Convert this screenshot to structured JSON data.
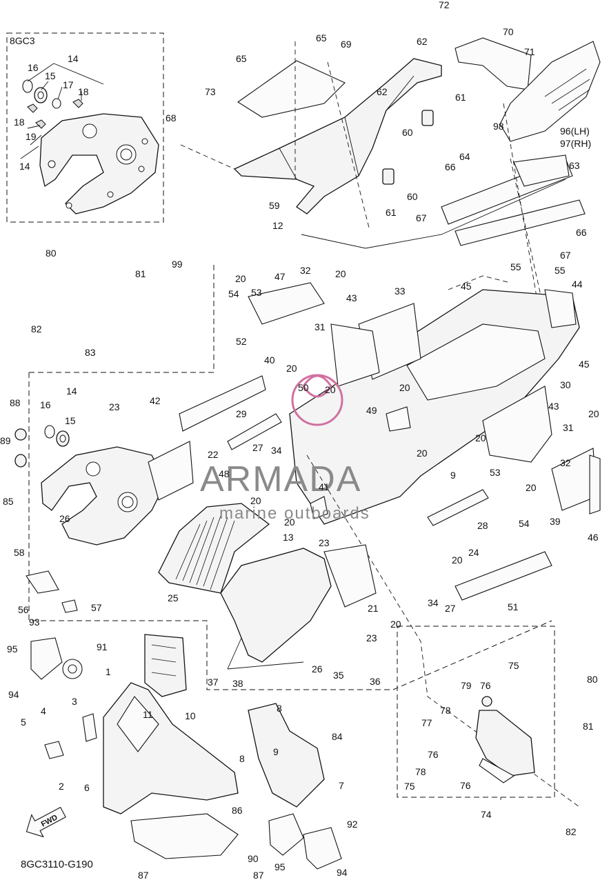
{
  "diagram": {
    "model_code": "8GC3",
    "figure_code": "8GC3110-G190",
    "fwd_label": "FWD",
    "watermark": {
      "brand": "ARMADA",
      "tagline": "marine outboards",
      "brand_color": "#d070a0"
    },
    "callouts": [
      {
        "id": "c72",
        "text": "72"
      },
      {
        "id": "c70",
        "text": "70"
      },
      {
        "id": "c71",
        "text": "71"
      },
      {
        "id": "c65a",
        "text": "65"
      },
      {
        "id": "c65b",
        "text": "65"
      },
      {
        "id": "c69",
        "text": "69"
      },
      {
        "id": "c62a",
        "text": "62"
      },
      {
        "id": "c62b",
        "text": "62"
      },
      {
        "id": "c73",
        "text": "73"
      },
      {
        "id": "c61a",
        "text": "61"
      },
      {
        "id": "c61b",
        "text": "61"
      },
      {
        "id": "c60a",
        "text": "60"
      },
      {
        "id": "c60b",
        "text": "60"
      },
      {
        "id": "c98",
        "text": "98"
      },
      {
        "id": "c96",
        "text": "96(LH)"
      },
      {
        "id": "c97",
        "text": "97(RH)"
      },
      {
        "id": "c68",
        "text": "68"
      },
      {
        "id": "c64",
        "text": "64"
      },
      {
        "id": "c63",
        "text": "63"
      },
      {
        "id": "c66a",
        "text": "66"
      },
      {
        "id": "c66b",
        "text": "66"
      },
      {
        "id": "c59",
        "text": "59"
      },
      {
        "id": "c67a",
        "text": "67"
      },
      {
        "id": "c67b",
        "text": "67"
      },
      {
        "id": "c12",
        "text": "12"
      },
      {
        "id": "c80a",
        "text": "80"
      },
      {
        "id": "c81a",
        "text": "81"
      },
      {
        "id": "c99",
        "text": "99"
      },
      {
        "id": "c32a",
        "text": "32"
      },
      {
        "id": "c55a",
        "text": "55"
      },
      {
        "id": "c55b",
        "text": "55"
      },
      {
        "id": "c20a",
        "text": "20"
      },
      {
        "id": "c47",
        "text": "47"
      },
      {
        "id": "c20b",
        "text": "20"
      },
      {
        "id": "c53a",
        "text": "53"
      },
      {
        "id": "c45a",
        "text": "45"
      },
      {
        "id": "c44",
        "text": "44"
      },
      {
        "id": "c82",
        "text": "82"
      },
      {
        "id": "c54a",
        "text": "54"
      },
      {
        "id": "c43a",
        "text": "43"
      },
      {
        "id": "c33",
        "text": "33"
      },
      {
        "id": "c83",
        "text": "83"
      },
      {
        "id": "c31a",
        "text": "31"
      },
      {
        "id": "c45b",
        "text": "45"
      },
      {
        "id": "c40",
        "text": "40"
      },
      {
        "id": "c52",
        "text": "52"
      },
      {
        "id": "c20c",
        "text": "20"
      },
      {
        "id": "c50",
        "text": "50"
      },
      {
        "id": "c20d",
        "text": "20"
      },
      {
        "id": "c20e",
        "text": "20"
      },
      {
        "id": "c30",
        "text": "30"
      },
      {
        "id": "c14b",
        "text": "14"
      },
      {
        "id": "c88",
        "text": "88"
      },
      {
        "id": "c16b",
        "text": "16"
      },
      {
        "id": "c23a",
        "text": "23"
      },
      {
        "id": "c42",
        "text": "42"
      },
      {
        "id": "c29",
        "text": "29"
      },
      {
        "id": "c49",
        "text": "49"
      },
      {
        "id": "c43b",
        "text": "43"
      },
      {
        "id": "c20f",
        "text": "20"
      },
      {
        "id": "c15b",
        "text": "15"
      },
      {
        "id": "c31b",
        "text": "31"
      },
      {
        "id": "c89",
        "text": "89"
      },
      {
        "id": "c22",
        "text": "22"
      },
      {
        "id": "c27a",
        "text": "27"
      },
      {
        "id": "c34a",
        "text": "34"
      },
      {
        "id": "c20g",
        "text": "20"
      },
      {
        "id": "c20h",
        "text": "20"
      },
      {
        "id": "c32b",
        "text": "32"
      },
      {
        "id": "c48",
        "text": "48"
      },
      {
        "id": "c9a",
        "text": "9"
      },
      {
        "id": "c53b",
        "text": "53"
      },
      {
        "id": "c85",
        "text": "85"
      },
      {
        "id": "c20i",
        "text": "20"
      },
      {
        "id": "c41",
        "text": "41"
      },
      {
        "id": "c20j",
        "text": "20"
      },
      {
        "id": "c26a",
        "text": "26"
      },
      {
        "id": "c20k",
        "text": "20"
      },
      {
        "id": "c54b",
        "text": "54"
      },
      {
        "id": "c39",
        "text": "39"
      },
      {
        "id": "c28",
        "text": "28"
      },
      {
        "id": "c46",
        "text": "46"
      },
      {
        "id": "c13",
        "text": "13"
      },
      {
        "id": "c23b",
        "text": "23"
      },
      {
        "id": "c20l",
        "text": "20"
      },
      {
        "id": "c24",
        "text": "24"
      },
      {
        "id": "c58",
        "text": "58"
      },
      {
        "id": "c25",
        "text": "25"
      },
      {
        "id": "c56",
        "text": "56"
      },
      {
        "id": "c57",
        "text": "57"
      },
      {
        "id": "c21",
        "text": "21"
      },
      {
        "id": "c20m",
        "text": "20"
      },
      {
        "id": "c34b",
        "text": "34"
      },
      {
        "id": "c27b",
        "text": "27"
      },
      {
        "id": "c51",
        "text": "51"
      },
      {
        "id": "c93",
        "text": "93"
      },
      {
        "id": "c91",
        "text": "91"
      },
      {
        "id": "c23c",
        "text": "23"
      },
      {
        "id": "c95a",
        "text": "95"
      },
      {
        "id": "c37",
        "text": "37"
      },
      {
        "id": "c38",
        "text": "38"
      },
      {
        "id": "c26b",
        "text": "26"
      },
      {
        "id": "c35",
        "text": "35"
      },
      {
        "id": "c36",
        "text": "36"
      },
      {
        "id": "c75a",
        "text": "75"
      },
      {
        "id": "c1",
        "text": "1"
      },
      {
        "id": "c79",
        "text": "79"
      },
      {
        "id": "c76a",
        "text": "76"
      },
      {
        "id": "c80b",
        "text": "80"
      },
      {
        "id": "c94a",
        "text": "94"
      },
      {
        "id": "c11",
        "text": "11"
      },
      {
        "id": "c10",
        "text": "10"
      },
      {
        "id": "c3",
        "text": "3"
      },
      {
        "id": "c8a",
        "text": "8"
      },
      {
        "id": "c84",
        "text": "84"
      },
      {
        "id": "c78a",
        "text": "78"
      },
      {
        "id": "c77",
        "text": "77"
      },
      {
        "id": "c81b",
        "text": "81"
      },
      {
        "id": "c4",
        "text": "4"
      },
      {
        "id": "c5",
        "text": "5"
      },
      {
        "id": "c9b",
        "text": "9"
      },
      {
        "id": "c76b",
        "text": "76"
      },
      {
        "id": "c8b",
        "text": "8"
      },
      {
        "id": "c78b",
        "text": "78"
      },
      {
        "id": "c2",
        "text": "2"
      },
      {
        "id": "c6",
        "text": "6"
      },
      {
        "id": "c7",
        "text": "7"
      },
      {
        "id": "c75b",
        "text": "75"
      },
      {
        "id": "c76c",
        "text": "76"
      },
      {
        "id": "c74",
        "text": "74"
      },
      {
        "id": "c86",
        "text": "86"
      },
      {
        "id": "c92",
        "text": "92"
      },
      {
        "id": "c82b",
        "text": "82"
      },
      {
        "id": "c90",
        "text": "90"
      },
      {
        "id": "c95b",
        "text": "95"
      },
      {
        "id": "c94b",
        "text": "94"
      },
      {
        "id": "c87a",
        "text": "87"
      },
      {
        "id": "c87b",
        "text": "87"
      },
      {
        "id": "c14a",
        "text": "14"
      },
      {
        "id": "c16a",
        "text": "16"
      },
      {
        "id": "c15a",
        "text": "15"
      },
      {
        "id": "c17",
        "text": "17"
      },
      {
        "id": "c18a",
        "text": "18"
      },
      {
        "id": "c18b",
        "text": "18"
      },
      {
        "id": "c19",
        "text": "19"
      },
      {
        "id": "c14c",
        "text": "14"
      }
    ]
  }
}
